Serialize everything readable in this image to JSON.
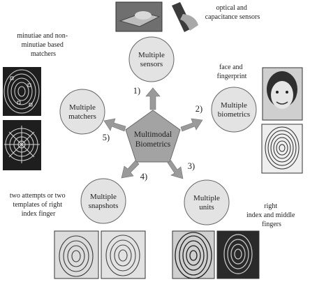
{
  "center": {
    "line1": "Multimodal",
    "line2": "Biometrics"
  },
  "nodes": [
    {
      "id": "sensors",
      "number": "1)",
      "line1": "Multiple",
      "line2": "sensors"
    },
    {
      "id": "biometrics",
      "number": "2)",
      "line1": "Multiple",
      "line2": "biometrics"
    },
    {
      "id": "units",
      "number": "3)",
      "line1": "Multiple",
      "line2": "units"
    },
    {
      "id": "snapshots",
      "number": "4)",
      "line1": "Multiple",
      "line2": "snapshots"
    },
    {
      "id": "matchers",
      "number": "5)",
      "line1": "Multiple",
      "line2": "matchers"
    }
  ],
  "captions": {
    "sensors": [
      "optical and",
      "capacitance sensors"
    ],
    "biometrics": [
      "face and",
      "fingerprint"
    ],
    "units": [
      "right",
      "index and middle",
      "fingers"
    ],
    "snapshots": [
      "two attempts or two",
      "templates of right",
      "index finger"
    ],
    "matchers": [
      "minutiae and non-",
      "minutiae based",
      "matchers"
    ]
  },
  "colors": {
    "node_fill": "#e3e3e3",
    "node_stroke": "#666666",
    "pentagon_fill": "#a3a3a3",
    "arrow_fill": "#9a9a9a"
  },
  "images": [
    {
      "name": "optical-sensor-photo",
      "kind": "sensor"
    },
    {
      "name": "capacitance-sensor-photo",
      "kind": "sensor"
    },
    {
      "name": "face-photo",
      "kind": "face"
    },
    {
      "name": "fingerprint-whorl-image",
      "kind": "fingerprint"
    },
    {
      "name": "minutiae-fingerprint-image",
      "kind": "fingerprint"
    },
    {
      "name": "non-minutiae-fingerprint-image",
      "kind": "fingerprint"
    },
    {
      "name": "snapshot-fingerprint-1",
      "kind": "fingerprint"
    },
    {
      "name": "snapshot-fingerprint-2",
      "kind": "fingerprint"
    },
    {
      "name": "index-finger-print",
      "kind": "fingerprint"
    },
    {
      "name": "middle-finger-print",
      "kind": "fingerprint"
    }
  ]
}
